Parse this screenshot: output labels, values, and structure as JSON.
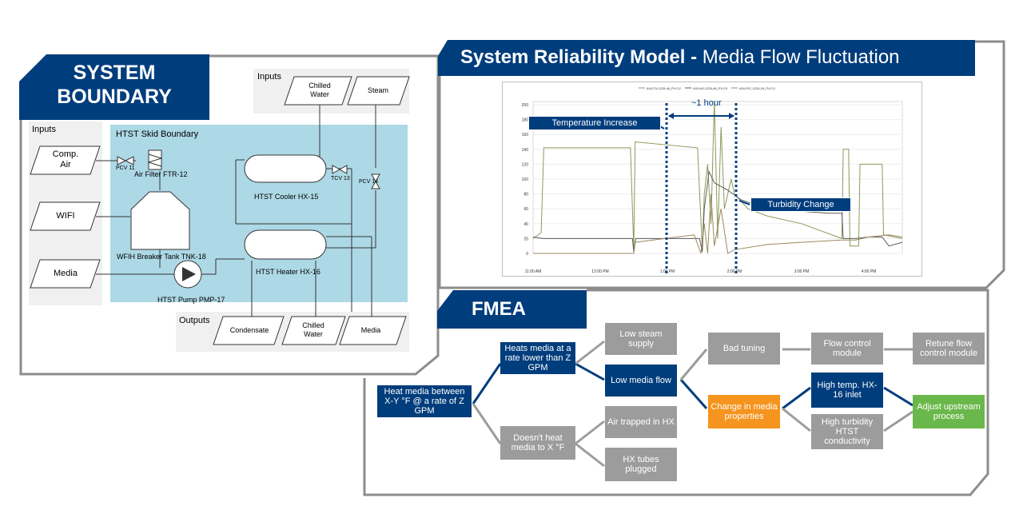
{
  "system_boundary": {
    "title_line1": "SYSTEM",
    "title_line2": "BOUNDARY",
    "inputs_left_label": "Inputs",
    "skid_label": "HTST Skid Boundary",
    "left_inputs": [
      "Comp. Air",
      "WIFI",
      "Media"
    ],
    "top_inputs_label": "Inputs",
    "top_inputs": [
      "Chilled Water",
      "Steam"
    ],
    "outputs_label": "Outputs",
    "outputs": [
      "Condensate",
      "Chilled Water",
      "Media"
    ],
    "components": {
      "pcv11": "PCV 11",
      "air_filter": "Air Filter FTR-12",
      "breaker_tank": "WFIH Breaker Tank TNK-18",
      "pump": "HTST Pump PMP-17",
      "cooler": "HTST Cooler HX-15",
      "heater": "HTST Heater HX-16",
      "tcv13": "TCV 13",
      "pcv14": "PCV 14"
    }
  },
  "reliability": {
    "title_bold": "System Reliability Model -",
    "title_rest": " Media Flow Fluctuation",
    "one_hour": "~1 hour",
    "temp_increase": "Temperature Increase",
    "turbidity_change": "Turbidity Change"
  },
  "chart_data": {
    "type": "line",
    "legend": [
      "AXILT5-1225-46_PV.CV",
      "AXILA3-1225-46_PV.CV",
      "AXILFIC-1225-18_PV.CV"
    ],
    "y_ticks": [
      "200",
      "180",
      "160",
      "140",
      "120",
      "100",
      "80",
      "60",
      "40",
      "20",
      "0"
    ],
    "x_ticks": [
      "11:00 AM",
      "12:00 PM",
      "1:00 PM",
      "2:00 PM",
      "3:00 PM",
      "4:00 PM"
    ],
    "ylim": [
      0,
      200
    ],
    "series": [
      {
        "name": "AXILT5-1225-46_PV.CV",
        "color": "#8a9a5b",
        "points": [
          [
            0.0,
            20
          ],
          [
            0.12,
            28
          ],
          [
            0.16,
            142
          ],
          [
            1.45,
            142
          ],
          [
            1.5,
            5
          ],
          [
            1.52,
            150
          ],
          [
            2.45,
            142
          ],
          [
            2.52,
            5
          ],
          [
            2.55,
            80
          ],
          [
            2.6,
            120
          ],
          [
            2.65,
            40
          ],
          [
            2.7,
            205
          ],
          [
            2.75,
            20
          ],
          [
            2.8,
            170
          ],
          [
            2.85,
            60
          ],
          [
            2.95,
            100
          ],
          [
            3.0,
            80
          ],
          [
            3.2,
            60
          ],
          [
            3.5,
            50
          ],
          [
            4.0,
            40
          ],
          [
            4.6,
            20
          ],
          [
            4.62,
            140
          ],
          [
            4.7,
            140
          ],
          [
            4.72,
            10
          ],
          [
            4.85,
            10
          ],
          [
            4.87,
            120
          ],
          [
            5.0,
            120
          ],
          [
            5.2,
            120
          ],
          [
            5.22,
            25
          ],
          [
            5.5,
            20
          ]
        ]
      },
      {
        "name": "AXILA3-1225-46_PV.CV",
        "color": "#5a5a5a",
        "points": [
          [
            0.0,
            22
          ],
          [
            0.15,
            20
          ],
          [
            1.48,
            20
          ],
          [
            1.5,
            2
          ],
          [
            1.53,
            20
          ],
          [
            2.48,
            20
          ],
          [
            2.52,
            2
          ],
          [
            2.55,
            60
          ],
          [
            2.62,
            110
          ],
          [
            2.7,
            95
          ],
          [
            2.9,
            85
          ],
          [
            3.1,
            72
          ],
          [
            3.4,
            62
          ],
          [
            3.8,
            58
          ],
          [
            4.4,
            54
          ],
          [
            4.6,
            54
          ],
          [
            4.62,
            20
          ],
          [
            4.8,
            20
          ],
          [
            5.0,
            22
          ],
          [
            5.2,
            22
          ],
          [
            5.3,
            10
          ],
          [
            5.5,
            15
          ]
        ]
      },
      {
        "name": "AXILFIC-1225-18_PV.CV",
        "color": "#9c8a60",
        "points": [
          [
            0.0,
            0
          ],
          [
            1.5,
            0
          ],
          [
            1.52,
            15
          ],
          [
            2.4,
            25
          ],
          [
            2.5,
            0
          ],
          [
            2.55,
            40
          ],
          [
            2.6,
            0
          ],
          [
            2.65,
            80
          ],
          [
            2.7,
            10
          ],
          [
            2.8,
            60
          ],
          [
            2.9,
            0
          ],
          [
            3.0,
            5
          ],
          [
            3.5,
            12
          ],
          [
            4.0,
            15
          ],
          [
            4.6,
            18
          ],
          [
            4.8,
            18
          ],
          [
            5.0,
            22
          ],
          [
            5.3,
            25
          ],
          [
            5.5,
            22
          ]
        ]
      }
    ]
  },
  "fmea": {
    "title": "FMEA",
    "root": "Heat media between X-Y °F @ a rate of Z GPM",
    "heats_low": "Heats media at a rate lower than Z GPM",
    "doesnt_heat": "Doesn't heat media to X °F",
    "low_steam": "Low steam supply",
    "low_media_flow": "Low media flow",
    "air_trapped": "Air trapped in HX",
    "hx_tubes": "HX tubes plugged",
    "bad_tuning": "Bad tuning",
    "change_media": "Change in media properties",
    "flow_control": "Flow control module",
    "retune": "Retune flow control module",
    "high_temp": "High temp. HX-16 inlet",
    "high_turbidity": "High turbidity HTST conductivity",
    "adjust": "Adjust upstream process"
  },
  "colors": {
    "navy": "#003d7c",
    "skid_blue": "#add8e6",
    "gray_box": "#9c9c9c",
    "orange": "#f5941e",
    "green": "#6ab84b"
  }
}
